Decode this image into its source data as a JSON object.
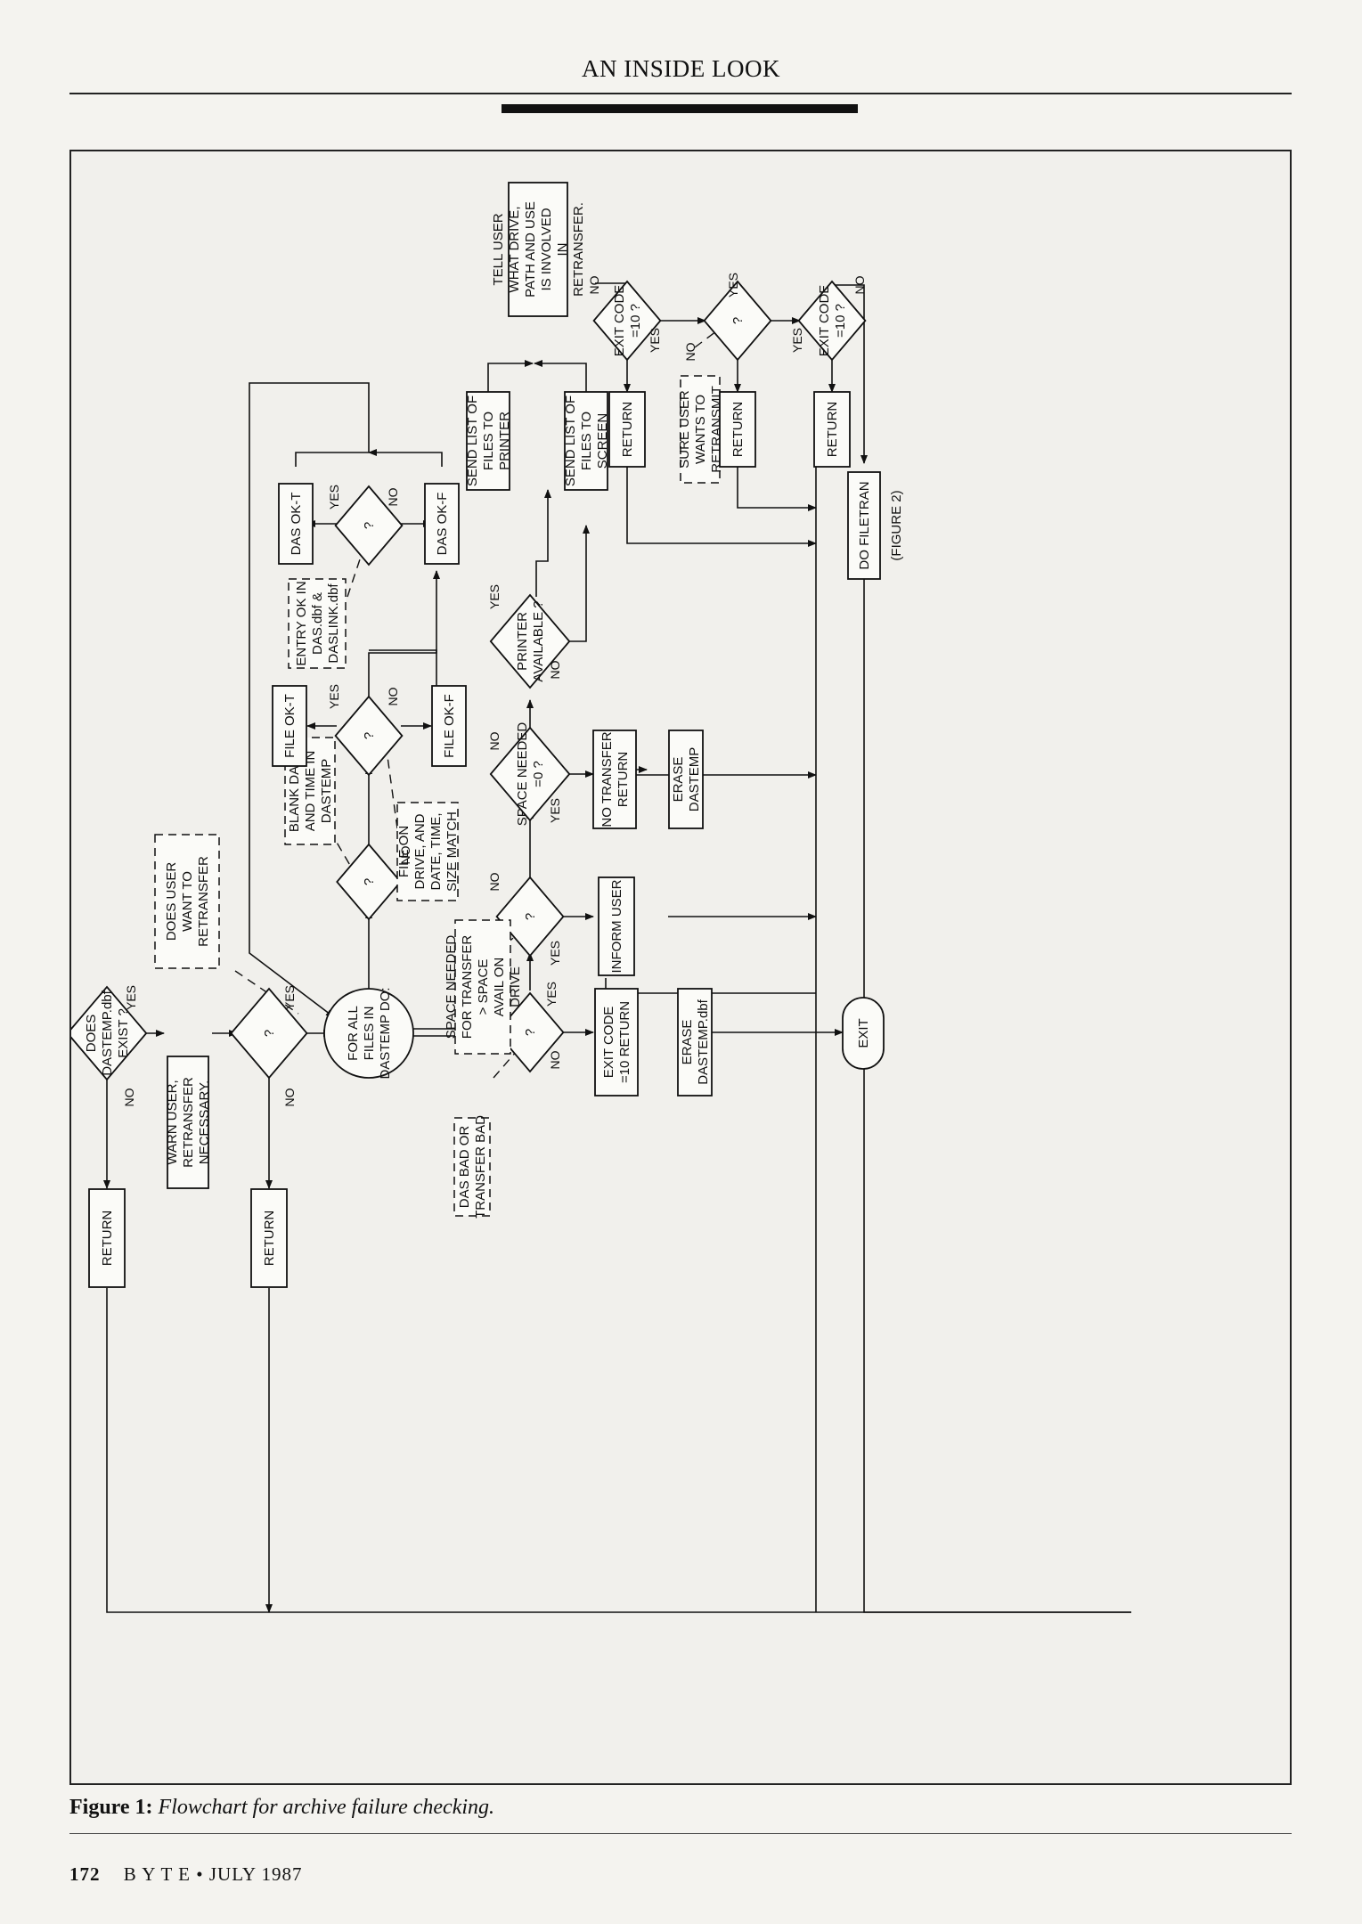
{
  "header": {
    "title": "AN INSIDE LOOK"
  },
  "flowchart": {
    "nodes": {
      "does_dastemp_exist": "DOES DASTEMP.dbf EXIST ?",
      "return_a": "RETURN",
      "warn_user": "WARN USER, RETRANSFER NECESSARY.",
      "retransfer_decision": "?",
      "does_user_want": "DOES USER WANT TO RETRANSFER",
      "return_b": "RETURN",
      "for_all_files": "FOR ALL FILES IN DASTEMP DO:",
      "blank_date_decision": "?",
      "blank_date_note": "BLANK DATE AND TIME IN DASTEMP",
      "file_match_decision": "?",
      "file_on_drive_note": "FILE ON DRIVE, AND DATE, TIME, SIZE MATCH",
      "file_ok_t": "FILE OK-T",
      "file_ok_f": "FILE OK-F",
      "entry_ok_decision": "?",
      "entry_ok_note": "ENTRY OK IN DAS.dbf & DASLINK.dbf",
      "das_ok_t": "DAS OK-T",
      "das_ok_f": "DAS OK-F",
      "das_bad_decision": "?",
      "das_bad_note": "DAS BAD OR TRANSFER BAD",
      "exit_code_return": "EXIT CODE =10 RETURN",
      "erase_dastemp_dbf": "ERASE DASTEMP.dbf",
      "exit": "EXIT",
      "space_decision": "?",
      "space_note": "SPACE NEEDED FOR TRANSFER > SPACE AVAIL ON DRIVE",
      "inform_user": "INFORM USER",
      "space_zero_decision": "SPACE NEEDED =0 ?",
      "no_transfer_return": "NO TRANSFER RETURN",
      "erase_dastemp": "ERASE DASTEMP",
      "printer_decision": "PRINTER AVAILABLE ?",
      "send_printer": "SEND LIST OF FILES TO PRINTER",
      "send_screen": "SEND LIST OF FILES TO SCREEN",
      "tell_user": "TELL USER WHAT DRIVE, PATH AND USE IS INVOLVED IN RETRANSFER.",
      "exit_code_decision_1": "EXIT CODE =10 ?",
      "return_c": "RETURN",
      "sure_decision": "?",
      "sure_note": "SURE USER WANTS TO RETRANSMIT",
      "return_d": "RETURN",
      "exit_code_decision_2": "EXIT CODE =10 ?",
      "return_e": "RETURN",
      "do_filetran": "DO FILETRAN",
      "figure2_ref": "(FIGURE 2)"
    },
    "labels": {
      "yes": "YES",
      "no": "NO"
    }
  },
  "caption": {
    "label": "Figure 1:",
    "text": "Flowchart for archive failure checking."
  },
  "footer": {
    "page": "172",
    "text": "B Y T E  •  JULY 1987"
  }
}
